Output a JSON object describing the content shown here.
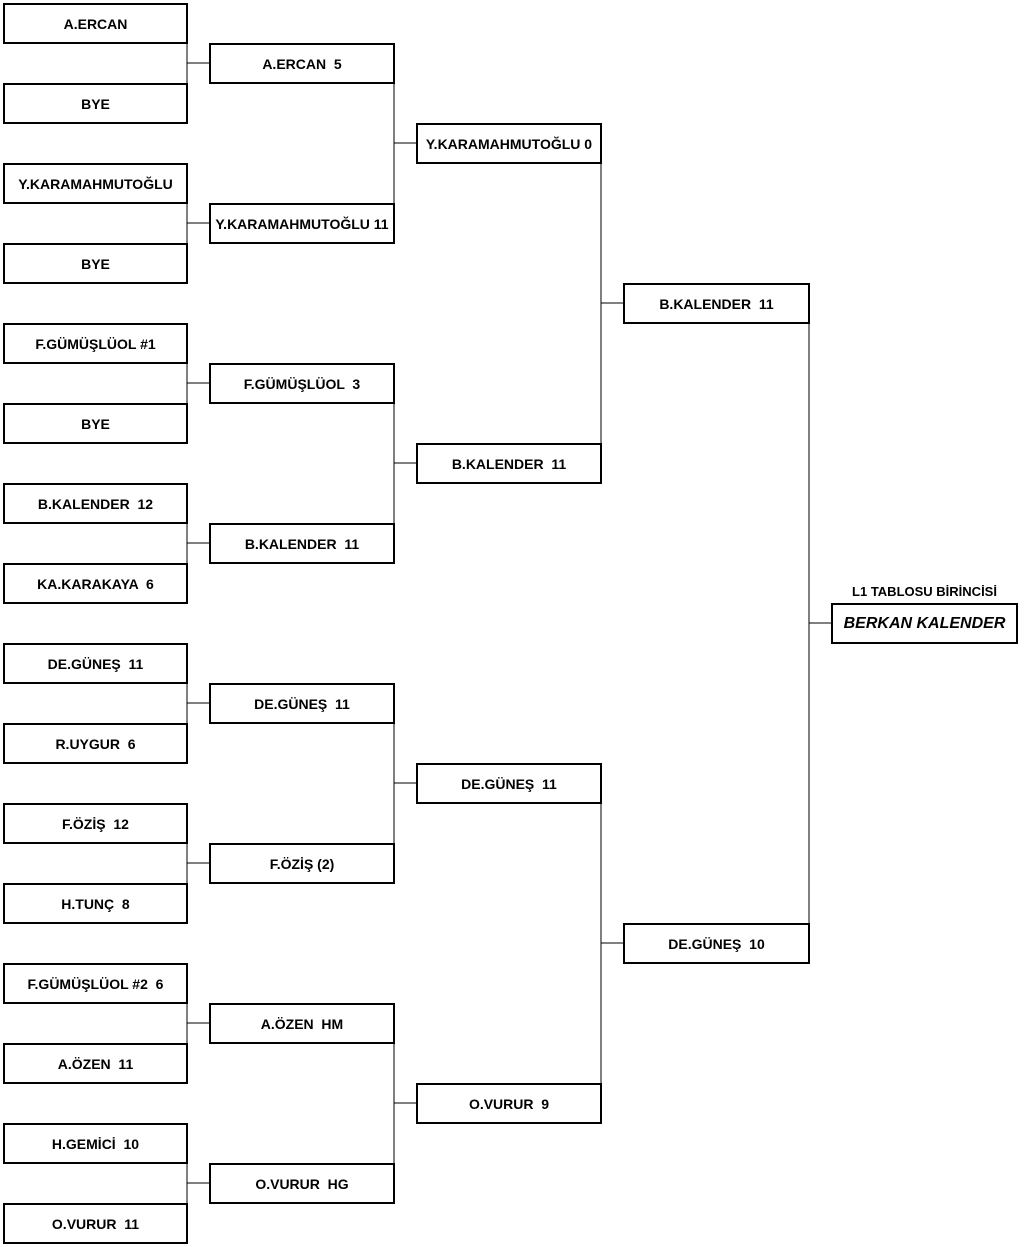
{
  "colors": {
    "line": "#000000",
    "box_border": "#000000",
    "background": "#ffffff"
  },
  "round1": [
    "A.ERCAN",
    "BYE",
    "Y.KARAMAHMUTOĞLU",
    "BYE",
    "F.GÜMÜŞLÜOL #1",
    "BYE",
    "B.KALENDER  12",
    "KA.KARAKAYA  6",
    "DE.GÜNEŞ  11",
    "R.UYGUR  6",
    "F.ÖZİŞ  12",
    "H.TUNÇ  8",
    "F.GÜMÜŞLÜOL #2  6",
    "A.ÖZEN  11",
    "H.GEMİCİ  10",
    "O.VURUR  11"
  ],
  "round2": [
    "A.ERCAN  5",
    "Y.KARAMAHMUTOĞLU 11",
    "F.GÜMÜŞLÜOL  3",
    "B.KALENDER  11",
    "DE.GÜNEŞ  11",
    "F.ÖZİŞ (2)",
    "A.ÖZEN  HM",
    "O.VURUR  HG"
  ],
  "round3": [
    "Y.KARAMAHMUTOĞLU 0",
    "B.KALENDER  11",
    "DE.GÜNEŞ  11",
    "O.VURUR  9"
  ],
  "round4": [
    "B.KALENDER  11",
    "DE.GÜNEŞ  10"
  ],
  "champion": {
    "title": "L1 TABLOSU BİRİNCİSİ",
    "name": "BERKAN KALENDER"
  }
}
